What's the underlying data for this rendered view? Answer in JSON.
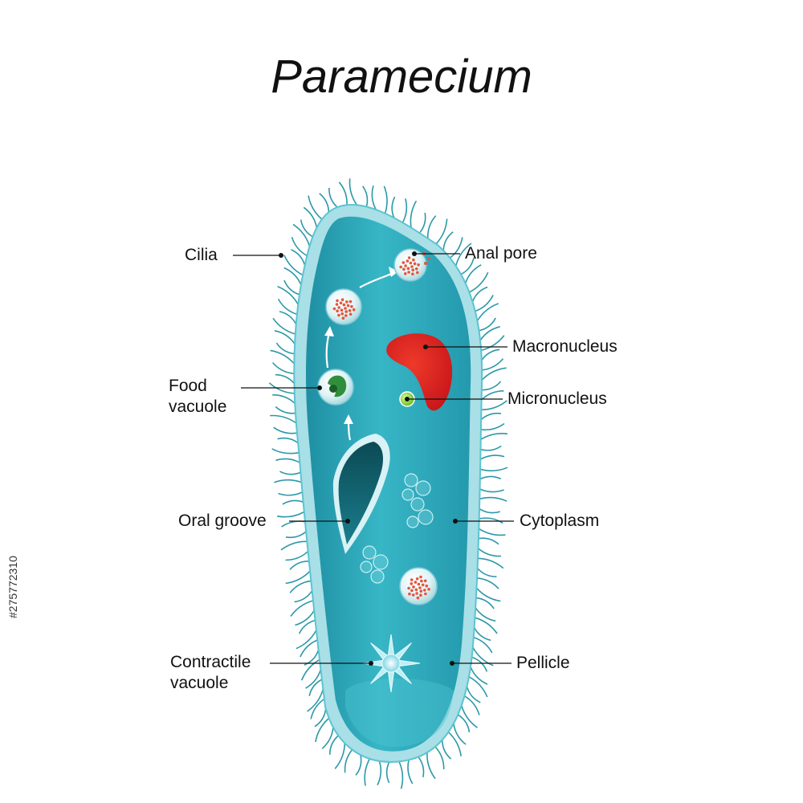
{
  "title": "Paramecium",
  "labels": {
    "cilia": "Cilia",
    "anal_pore": "Anal pore",
    "macronucleus": "Macronucleus",
    "micronucleus": "Micronucleus",
    "food_vacuole_line1": "Food",
    "food_vacuole_line2": "vacuole",
    "oral_groove": "Oral groove",
    "cytoplasm": "Cytoplasm",
    "contractile_vacuole_line1": "Contractile",
    "contractile_vacuole_line2": "vacuole",
    "pellicle": "Pellicle"
  },
  "watermark_id": "#275772310",
  "colors": {
    "cytoplasm": "#2ba6b8",
    "pellicle": "#a9dfe6",
    "cilia": "#2c98a8",
    "oral_groove": "#0f5662",
    "macronucleus": "#d91f1f",
    "micronucleus": "#7ed321",
    "leader_line": "#111111"
  }
}
